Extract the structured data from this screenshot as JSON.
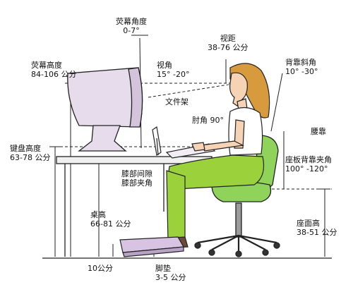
{
  "labels": {
    "screen_angle": {
      "line1": "荧幕角度",
      "line2": "0-7°"
    },
    "view_distance": {
      "line1": "视距",
      "line2": "38-76 公分"
    },
    "screen_height": {
      "line1": "荧幕高度",
      "line2": "84-106 公分"
    },
    "view_angle": {
      "line1": "视角",
      "line2": "15° -20°"
    },
    "backrest_tilt": {
      "line1": "背靠斜角",
      "line2": "10° -30°"
    },
    "document_holder": {
      "line1": "文件架"
    },
    "elbow_angle": {
      "line1": "肘角 90°"
    },
    "lumbar": {
      "line1": "腰靠"
    },
    "keyboard_height": {
      "line1": "键盘高度",
      "line2": "63-78 公分"
    },
    "seat_back_angle": {
      "line1": "座板背靠夹角",
      "line2": "100° -120°"
    },
    "knee_clearance": {
      "line1": "膝部间隙",
      "line2": "膝部夹角"
    },
    "desk_height": {
      "line1": "桌高",
      "line2": "66-81 公分"
    },
    "seat_height": {
      "line1": "座面高",
      "line2": "38-51 公分"
    },
    "footrest_clearance": {
      "line1": "10公分"
    },
    "footrest": {
      "line1": "脚垫",
      "line2": "3-5 公分"
    }
  },
  "colors": {
    "monitor": "#e6dcec",
    "skin": "#f6d3b5",
    "hair": "#d79a3c",
    "shirt": "#ffffff",
    "pants": "#9bd13a",
    "chair": "#8fd35a",
    "shoes": "#6b4a3a",
    "footrest": "#d8c4e2",
    "desk": "#f0f0f0",
    "lines": "#222222"
  }
}
